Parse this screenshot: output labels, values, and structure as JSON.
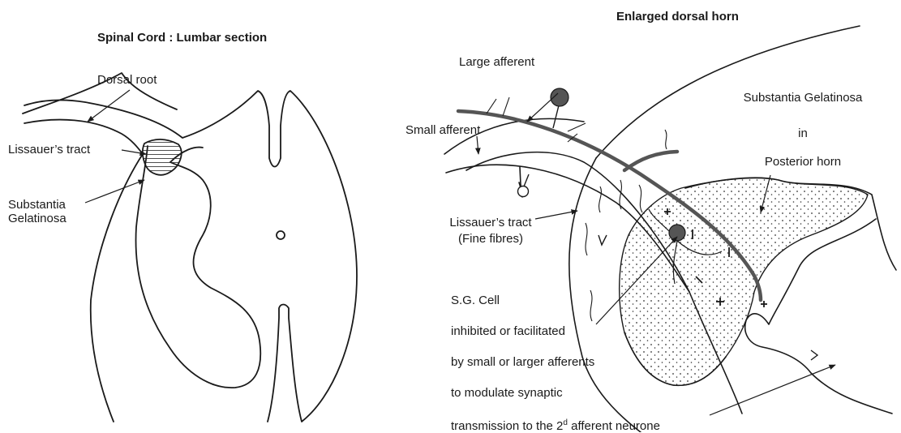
{
  "left_panel": {
    "title": "Spinal Cord : Lumbar section",
    "labels": {
      "dorsal_root": "Dorsal root",
      "lissauer_tract": "Lissauer’s tract",
      "substantia_line1": "Substantia",
      "substantia_line2": "Gelatinosa"
    }
  },
  "right_panel": {
    "title": "Enlarged dorsal horn",
    "labels": {
      "large_afferent": "Large afferent",
      "small_afferent": "Small afferent",
      "sg_line1": "Substantia Gelatinosa",
      "sg_line2": "in",
      "sg_line3": "Posterior horn",
      "lissauer_line1": "Lissauer’s tract",
      "lissauer_line2": "(Fine fibres)"
    },
    "caption": {
      "line1": "S.G. Cell",
      "line2": "inhibited or facilitated",
      "line3": "by small or larger afferents",
      "line4": "to modulate synaptic",
      "line5_prefix": "transmission to the 2",
      "line5_sup": "d",
      "line5_suffix": " afferent neurone"
    },
    "signs": {
      "plus": "+",
      "minus": "−"
    }
  }
}
